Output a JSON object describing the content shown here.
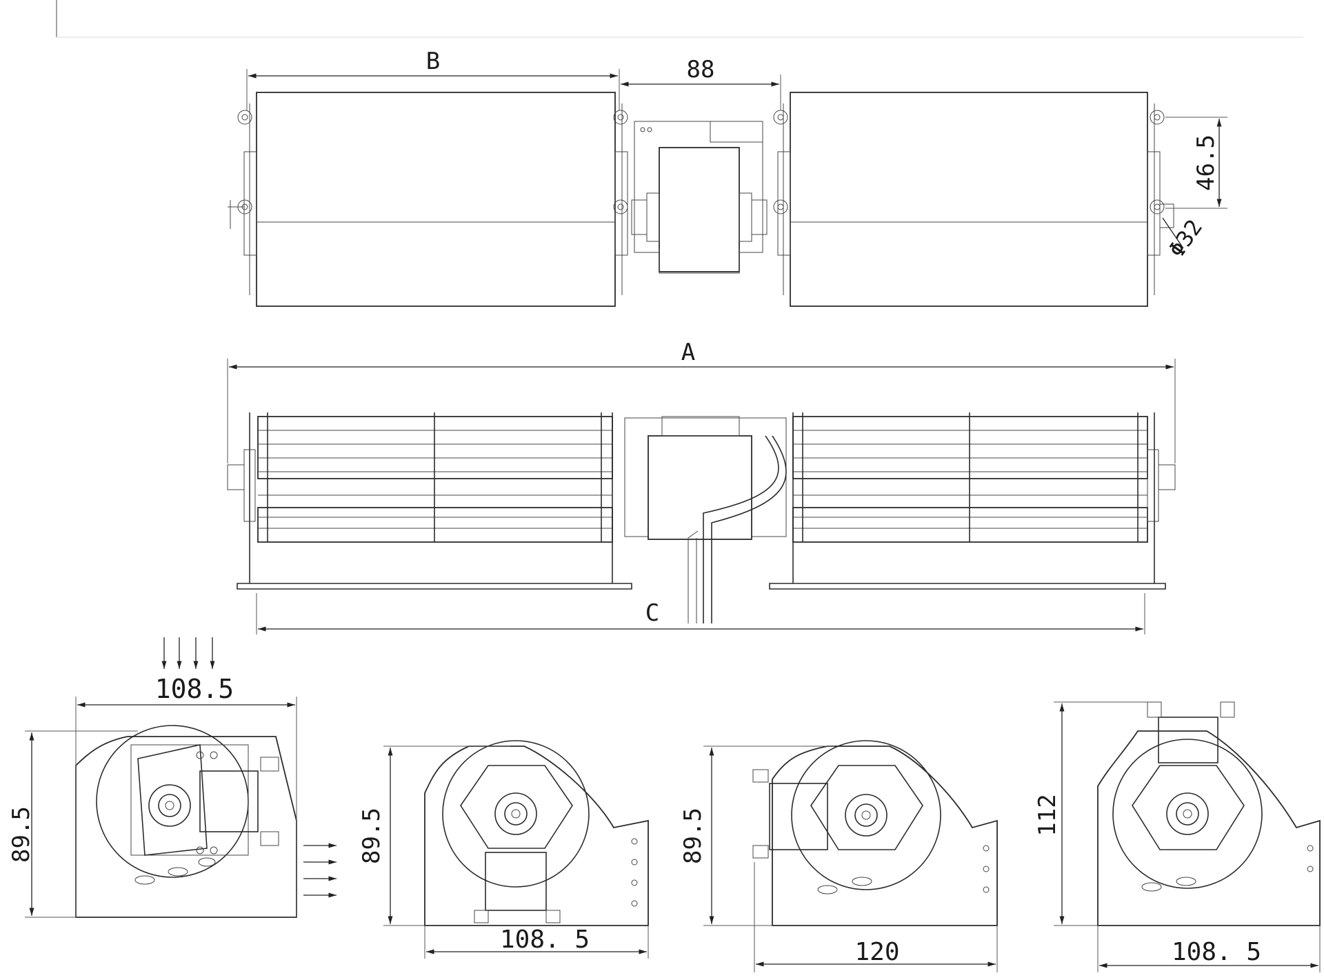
{
  "dimensions": {
    "B": "B",
    "gap_88": "88",
    "h_46_5": "46.5",
    "dia_32": "Φ32",
    "A": "A",
    "C": "C",
    "v1_width": "108.5",
    "v1_height": "89.5",
    "v2_width": "108. 5",
    "v2_height": "89.5",
    "v3_width": "120",
    "v3_height": "89.5",
    "v4_width": "108. 5",
    "v4_height": "112"
  },
  "colors": {
    "line": "#2b2b2b",
    "background": "#ffffff"
  }
}
